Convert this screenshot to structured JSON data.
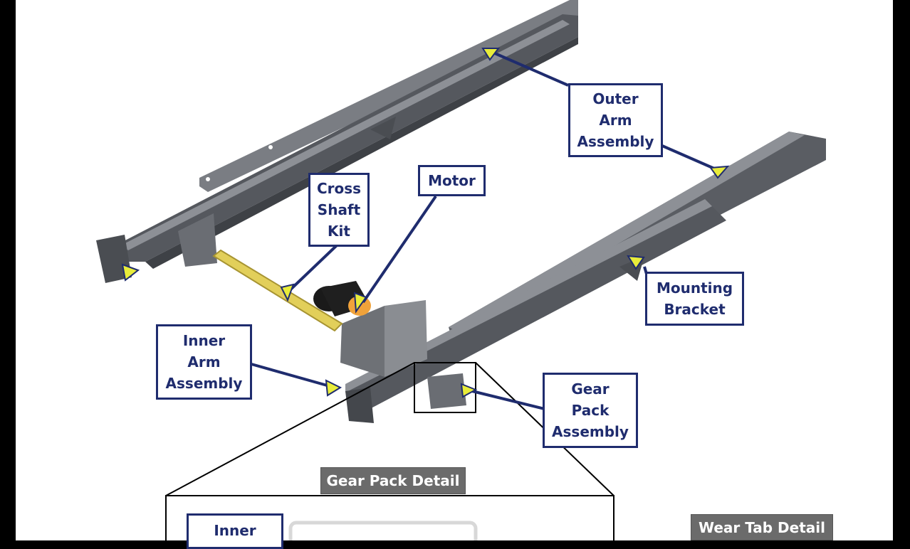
{
  "labels": {
    "outer_arm": [
      "Outer",
      "Arm",
      "Assembly"
    ],
    "cross_shaft": [
      "Cross",
      "Shaft",
      "Kit"
    ],
    "motor": [
      "Motor"
    ],
    "mounting_bracket": [
      "Mounting",
      "Bracket"
    ],
    "inner_arm": [
      "Inner",
      "Arm",
      "Assembly"
    ],
    "gear_pack": [
      "Gear",
      "Pack",
      "Assembly"
    ],
    "inner_bottom": [
      "Inner"
    ]
  },
  "detail_tabs": {
    "gear_pack_detail": "Gear Pack Detail",
    "wear_tab_detail": "Wear Tab Detail"
  },
  "colors": {
    "label_border": "#1f2c6e",
    "arrow_fill": "#e8ec3a",
    "rail": "#5a5d63",
    "tab": "#6b6b6b"
  }
}
